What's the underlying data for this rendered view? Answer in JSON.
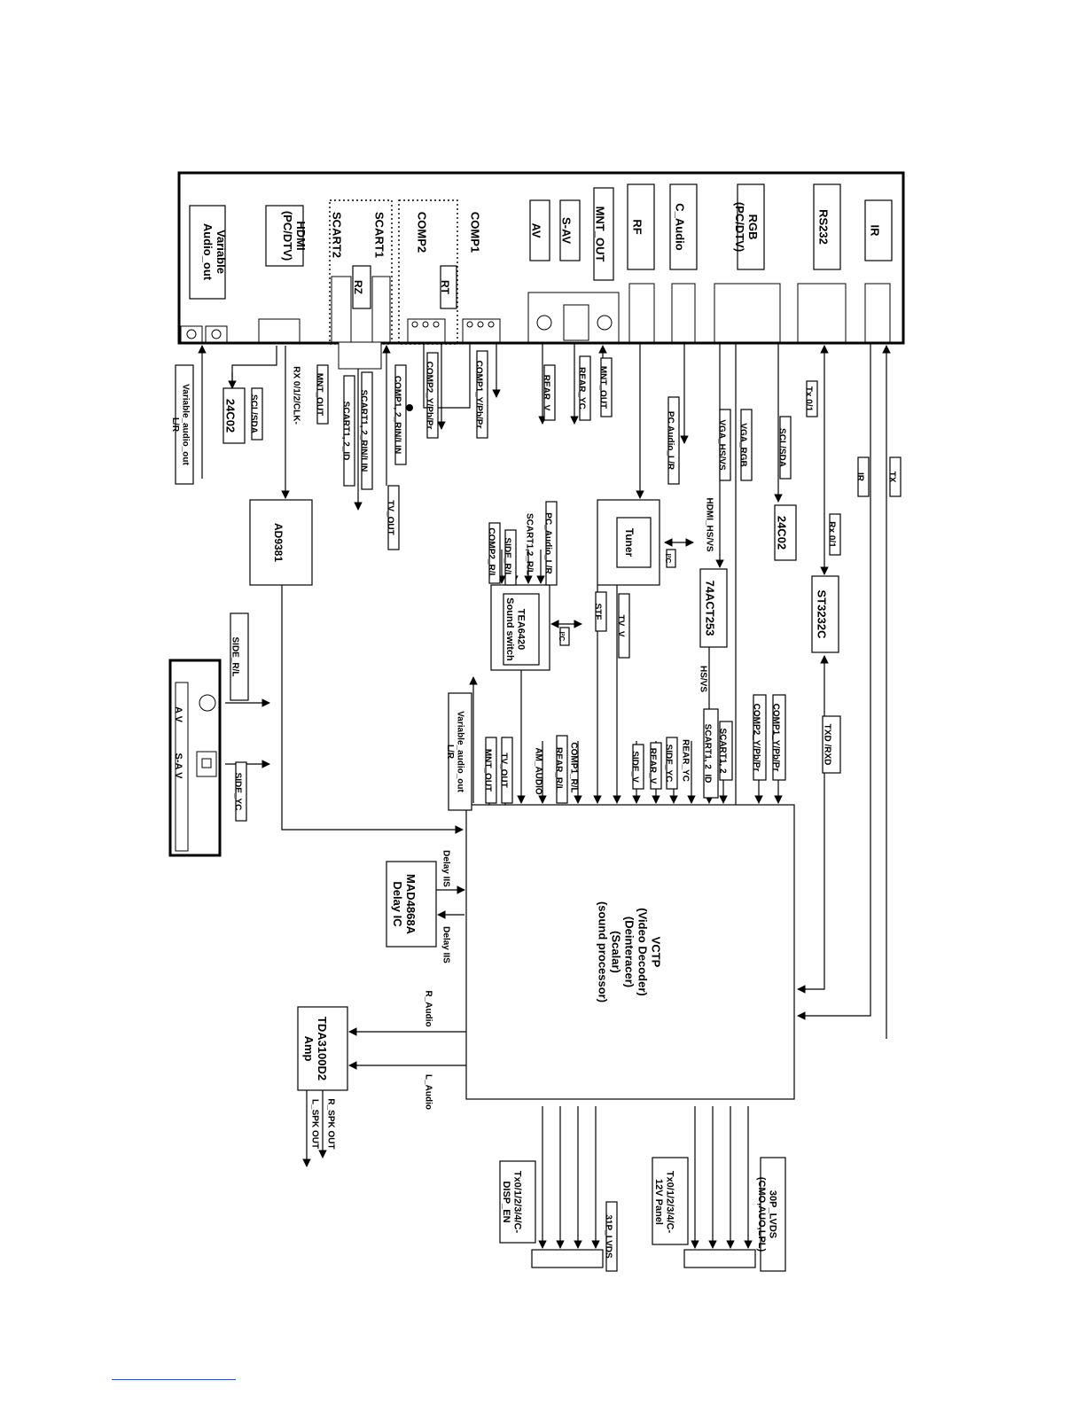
{
  "connectors": {
    "variable_audio_out": "Variable\nAudio_out",
    "hdmi": "HDMI\n(PC/DTV)",
    "scart2": "SCART2",
    "scart1": "SCART1",
    "rz": "RZ",
    "comp2": "COMP2",
    "comp1": "COMP1",
    "rt": "RT",
    "av": "AV",
    "s_av": "S-AV",
    "mnt_out": "MNT_OUT",
    "rf": "RF",
    "c_audio": "C_Audio",
    "rgb": "RGB\n(PC/DTV)",
    "rs232": "RS232",
    "ir": "IR"
  },
  "signals": {
    "variable_audio_out_lr": "Variable_audio_out\nL/R",
    "scl_sda_1": "SCL/SDA",
    "eeprom_1": "24C02",
    "rx_clk": "RX 0/1/2/CLK-",
    "mnt_out_sig": "MNT_OUT",
    "scart_id": "SCART1, 2_ID",
    "scart_rin_lin": "SCART1, 2_RIN/LIN",
    "comp_rin_lin": "COMP1, 2_RIN/LIN",
    "comp2_ypbpr": "COMP2_Y/Pb/Pr",
    "comp1_ypbpr": "COMP1_Y/Pb/Pr",
    "tv_out": "TV_OUT",
    "rear_v": "REAR_V",
    "rear_yc": "REAR_YC",
    "mnt_out_2": "MNT_OUT",
    "pc_audio_lr": "PC Audio_L/R",
    "vga_hs_vs": "VGA_HS/VS",
    "vga_rgb": "VGA_RGB",
    "scl_sda_2": "SCL/SDA",
    "ir_sig": "IR",
    "tx": "TX",
    "tx01": "Tx 0/1",
    "rx01": "Rx 0/1",
    "hdmi_hs_vs": "HDMI_HS/VS",
    "eeprom_2": "24C02",
    "stf": "STF",
    "tv_v": "TV_V",
    "i2c_1": "I²C",
    "i2c_2": "I²C",
    "pc_audio_lr_2": "PC_Audio_L/R",
    "scart12_rl": "SCART1,2_R/L",
    "side_rl": "SIDE_R/L",
    "comp2_rl": "COMP2_R/L",
    "side_rl_2": "SIDE_R/L",
    "side_yc": "SIDE_YC",
    "av_label": "A V",
    "sav_label": "S-A V",
    "hs_vs": "HS/VS",
    "scart12_id_2": "SCART1, 2_ID",
    "scart12": "SCART1, 2",
    "comp2_ypbpr_2": "COMP2_Y/Pb/Pr",
    "comp1_ypbpr_2": "COMP1_Y/Pb/Pr",
    "txd_rxd": "TXD /RXD",
    "rear_yc_2": "REAR_YC",
    "side_yc_2": "SIDE_YC",
    "rear_v_2": "REAR_V",
    "side_v": "SIDE_V",
    "comp1_rl": "COMP1_R/L",
    "rear_rl": "REAR_R/L",
    "am_audio": "AM_AUDIO",
    "tv_out_2": "TV_OUT",
    "mnt_out_3": "MNT_OUT",
    "variable_audio_out_lr_2": "Variable_audio_out\nL/R",
    "delay_iis_1": "Delay IIS",
    "delay_iis_2": "Delay IIS",
    "r_audio": "R_Audio",
    "l_audio": "L_Audio",
    "r_spk_out": "R_SPK OUT",
    "l_spk_out": "L_SPK OUT",
    "lvds_31p": "31P_LVDS",
    "lvds_30p": "30P_LVDS\n(CMO,AUO,LPL)",
    "tx_disp_en": "Tx0/1/2/3/4/C-\nDISP_EN",
    "tx_12v": "Tx0/1/2/3/4/C-\n12V Panel"
  },
  "chips": {
    "ad9381": "AD9381",
    "tuner": "Tuner",
    "act253": "74ACT253",
    "st3232c": "ST3232C",
    "tea6420": "TEA6420\nSound switch",
    "vctp": "VCTP\n(Video Decoder)\n(Deinteracer)\n(Scalar)\n(sound processor)",
    "mad4868a": "MAD4868A\nDelay IC",
    "tda3100d2": "TDA3100D2\nAmp"
  }
}
